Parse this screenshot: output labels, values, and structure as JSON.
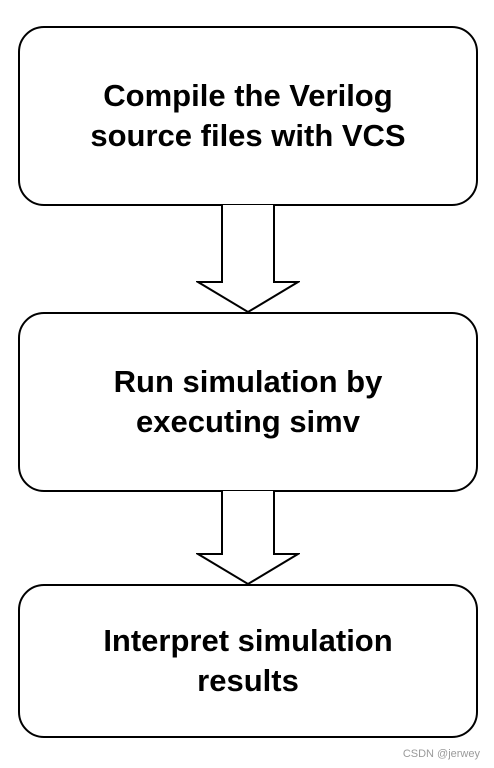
{
  "flowchart": {
    "steps": [
      {
        "label": "Compile the Verilog\nsource files with VCS"
      },
      {
        "label": "Run simulation by\nexecuting simv"
      },
      {
        "label": "Interpret simulation\nresults"
      }
    ]
  },
  "colors": {
    "stroke": "#000000",
    "background": "#ffffff",
    "watermark": "#9a9a9a"
  },
  "watermark": "CSDN @jerwey"
}
